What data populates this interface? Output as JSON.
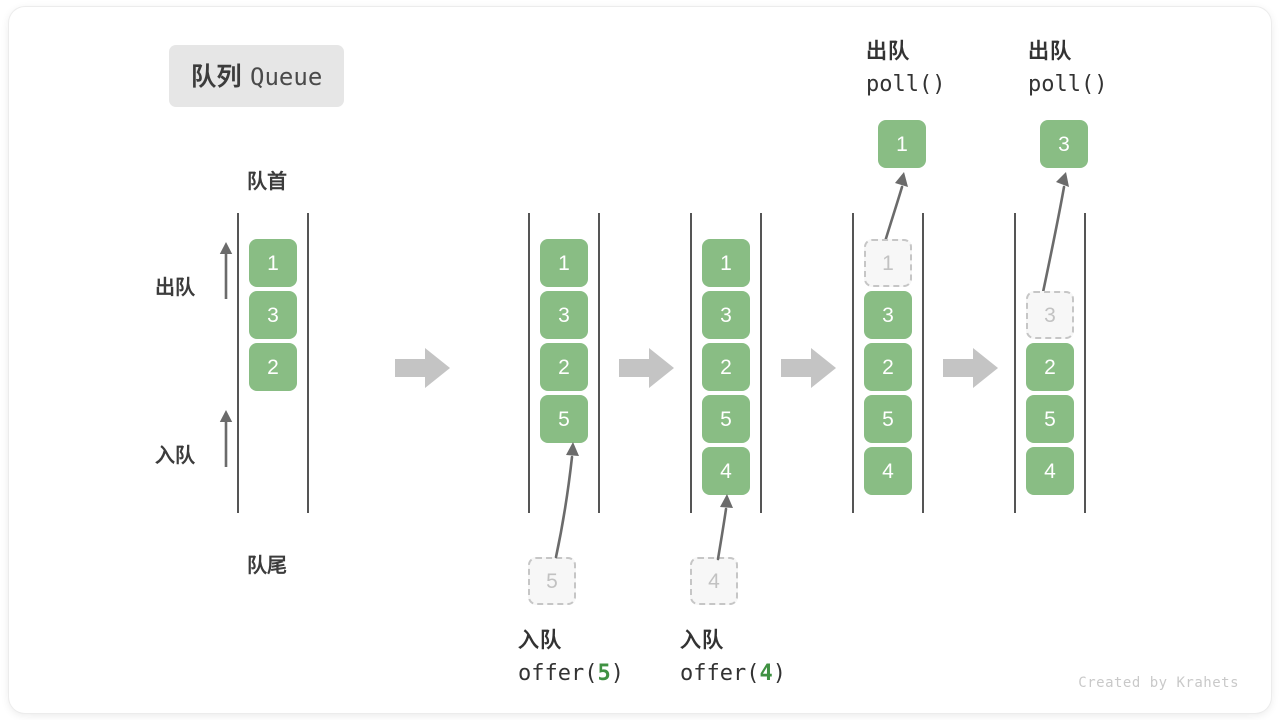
{
  "title": {
    "cn": "队列",
    "en": "Queue"
  },
  "labels": {
    "head": "队首",
    "tail": "队尾",
    "dequeue": "出队",
    "enqueue": "入队"
  },
  "colors": {
    "cell_fill": "#89bd84",
    "cell_text": "#ffffff",
    "ghost_fill": "#f7f7f7",
    "ghost_border": "#c6c6c6",
    "ghost_text": "#c2c2c2",
    "rail": "#555555",
    "flow_arrow": "#c4c4c4",
    "curve_arrow": "#6b6b6b",
    "badge_bg": "#e6e6e6",
    "accent_green": "#3f9142",
    "text_dark": "#333333"
  },
  "side_labels": [
    {
      "name": "dequeue",
      "text": "出队"
    },
    {
      "name": "enqueue",
      "text": "入队"
    }
  ],
  "columns": [
    {
      "id": "initial",
      "cells": [
        {
          "value": "1",
          "state": "filled",
          "slot": 0
        },
        {
          "value": "3",
          "state": "filled",
          "slot": 1
        },
        {
          "value": "2",
          "state": "filled",
          "slot": 2
        }
      ],
      "op": null,
      "incoming": null
    },
    {
      "id": "after-offer-5",
      "cells": [
        {
          "value": "1",
          "state": "filled",
          "slot": 0
        },
        {
          "value": "3",
          "state": "filled",
          "slot": 1
        },
        {
          "value": "2",
          "state": "filled",
          "slot": 2
        },
        {
          "value": "5",
          "state": "filled",
          "slot": 3
        }
      ],
      "op": {
        "position": "bottom",
        "line1": "入队",
        "call_prefix": "offer(",
        "arg": "5",
        "call_suffix": ")"
      },
      "incoming": {
        "value": "5",
        "state": "ghost"
      }
    },
    {
      "id": "after-offer-4",
      "cells": [
        {
          "value": "1",
          "state": "filled",
          "slot": 0
        },
        {
          "value": "3",
          "state": "filled",
          "slot": 1
        },
        {
          "value": "2",
          "state": "filled",
          "slot": 2
        },
        {
          "value": "5",
          "state": "filled",
          "slot": 3
        },
        {
          "value": "4",
          "state": "filled",
          "slot": 4
        }
      ],
      "op": {
        "position": "bottom",
        "line1": "入队",
        "call_prefix": "offer(",
        "arg": "4",
        "call_suffix": ")"
      },
      "incoming": {
        "value": "4",
        "state": "ghost"
      }
    },
    {
      "id": "poll-1",
      "cells": [
        {
          "value": "1",
          "state": "ghost",
          "slot": 0
        },
        {
          "value": "3",
          "state": "filled",
          "slot": 1
        },
        {
          "value": "2",
          "state": "filled",
          "slot": 2
        },
        {
          "value": "5",
          "state": "filled",
          "slot": 3
        },
        {
          "value": "4",
          "state": "filled",
          "slot": 4
        }
      ],
      "op": {
        "position": "top",
        "line1": "出队",
        "call_prefix": "poll(",
        "arg": "",
        "call_suffix": ")"
      },
      "outgoing": {
        "value": "1",
        "state": "filled"
      }
    },
    {
      "id": "poll-3",
      "cells": [
        {
          "value": "3",
          "state": "ghost",
          "slot": 1
        },
        {
          "value": "2",
          "state": "filled",
          "slot": 2
        },
        {
          "value": "5",
          "state": "filled",
          "slot": 3
        },
        {
          "value": "4",
          "state": "filled",
          "slot": 4
        }
      ],
      "op": {
        "position": "top",
        "line1": "出队",
        "call_prefix": "poll(",
        "arg": "",
        "call_suffix": ")"
      },
      "outgoing": {
        "value": "3",
        "state": "filled"
      }
    }
  ],
  "flow_arrows_count": 4,
  "credit": "Created by Krahets"
}
